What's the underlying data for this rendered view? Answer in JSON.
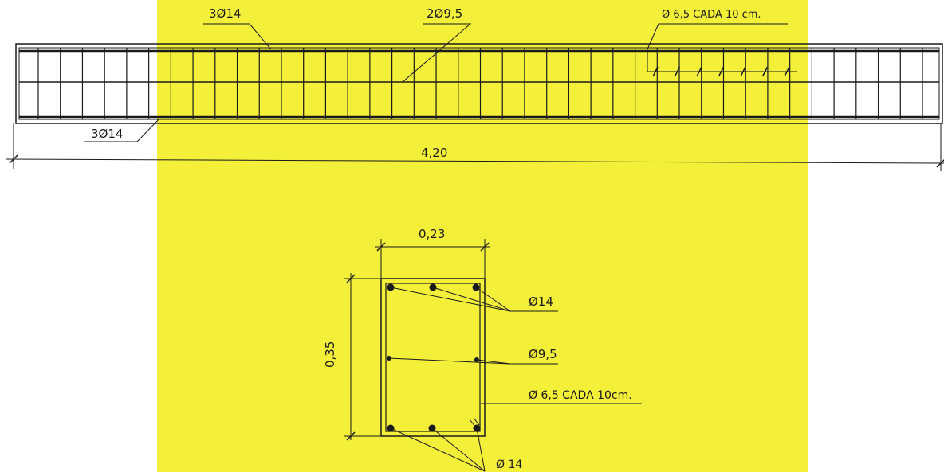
{
  "colors": {
    "paper": "#ffffff",
    "highlight": "#f4f03a",
    "ink": "#1a1a1a"
  },
  "elevation": {
    "top_bars_label": "3Ø14",
    "mid_bars_label": "2Ø9,5",
    "stirrups_label": "Ø 6,5 CADA 10 cm.",
    "bottom_bars_label": "3Ø14",
    "length_label": "4,20"
  },
  "section": {
    "width_label": "0,23",
    "height_label": "0,35",
    "top_bars_label": "Ø14",
    "mid_bars_label": "Ø9,5",
    "stirrup_label": "Ø 6,5  CADA  10cm.",
    "bottom_bars_label": "Ø 14"
  }
}
